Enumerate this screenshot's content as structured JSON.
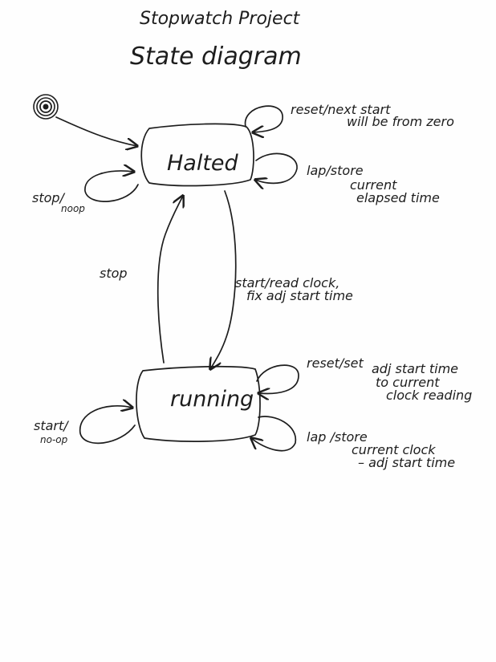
{
  "title": {
    "line1": "Stopwatch Project",
    "line2": "State diagram"
  },
  "states": {
    "halted": "Halted",
    "running": "running"
  },
  "transitions": {
    "halted_reset": [
      "reset/next start",
      "will be from zero"
    ],
    "halted_lap": [
      "lap/store",
      "current",
      "elapsed time"
    ],
    "halted_stop": [
      "stop/",
      "noop"
    ],
    "stop": "stop",
    "start": [
      "start/read clock,",
      "fix adj start time"
    ],
    "running_reset": [
      "reset/set",
      "adj start time",
      "to current",
      "clock reading"
    ],
    "running_start": [
      "start/",
      "no-op"
    ],
    "running_lap": [
      "lap /store",
      "current clock",
      "– adj start time"
    ]
  }
}
